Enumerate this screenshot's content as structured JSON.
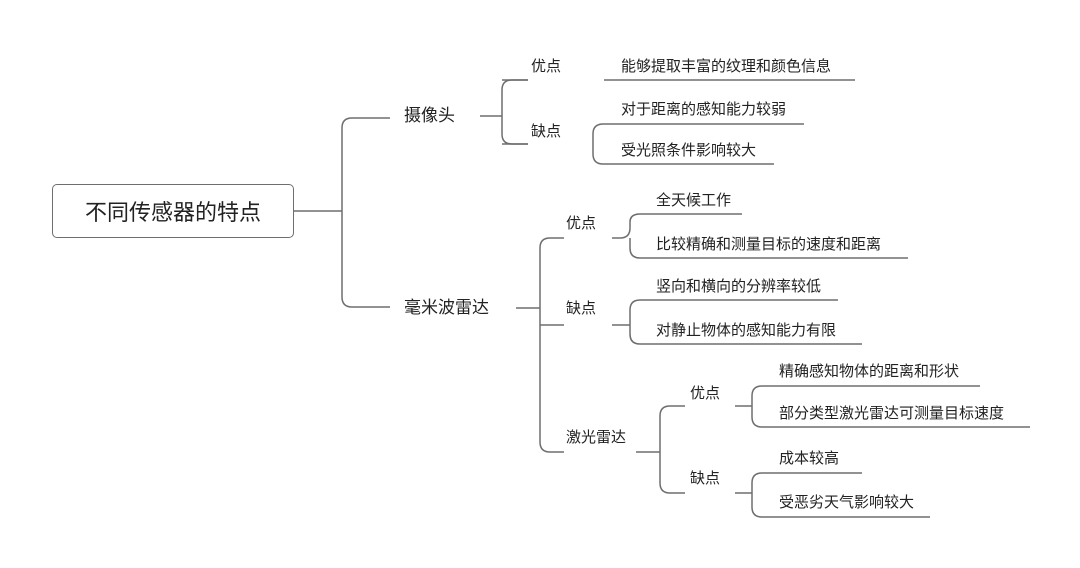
{
  "root": "不同传感器的特点",
  "camera": {
    "title": "摄像头",
    "pros_label": "优点",
    "pros": [
      "能够提取丰富的纹理和颜色信息"
    ],
    "cons_label": "缺点",
    "cons": [
      "对于距离的感知能力较弱",
      "受光照条件影响较大"
    ]
  },
  "mmwave": {
    "title": "毫米波雷达",
    "pros_label": "优点",
    "pros": [
      "全天候工作",
      "比较精确和测量目标的速度和距离"
    ],
    "cons_label": "缺点",
    "cons": [
      "竖向和横向的分辨率较低",
      "对静止物体的感知能力有限"
    ],
    "lidar": {
      "title": "激光雷达",
      "pros_label": "优点",
      "pros": [
        "精确感知物体的距离和形状",
        "部分类型激光雷达可测量目标速度"
      ],
      "cons_label": "缺点",
      "cons": [
        "成本较高",
        "受恶劣天气影响较大"
      ]
    }
  },
  "line_color": "#6e6e6e"
}
